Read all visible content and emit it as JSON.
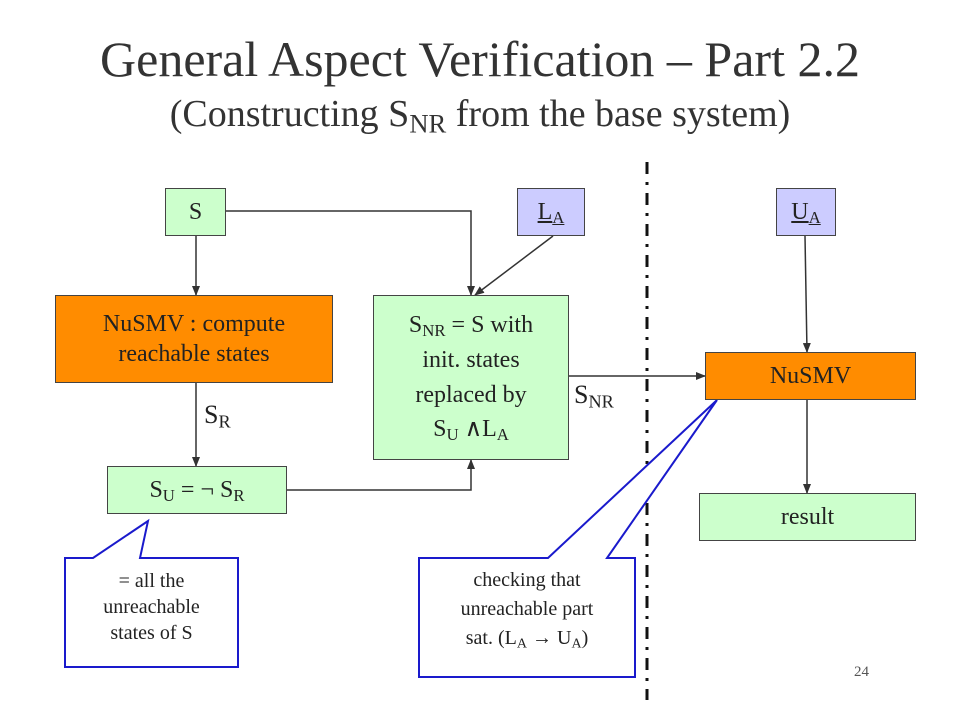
{
  "title": {
    "line1": "General Aspect Verification – Part 2.2",
    "line2_pre": "(Constructing S",
    "line2_sub": "NR",
    "line2_post": " from the base system)"
  },
  "nodes": {
    "s": "S",
    "la_main": "L",
    "la_sub": "A",
    "ua_main": "U",
    "ua_sub": "A",
    "nusmv_compute_line1": "NuSMV : compute",
    "nusmv_compute_line2": "reachable states",
    "snr_sub": "NR",
    "snr_rest": " = S with",
    "snr_line2": "init. states",
    "snr_line3": "replaced by",
    "snr_su_sub": "U",
    "snr_land": " ∧L",
    "snr_la_sub": "A",
    "su_sub": "U",
    "su_mid": " = ¬ S",
    "su_r_sub": "R",
    "nusmv": "NuSMV",
    "result": "result"
  },
  "labels": {
    "sr_sub": "R",
    "snr_sub": "NR"
  },
  "callouts": {
    "left_line1": "= all the",
    "left_line2": "unreachable",
    "left_line3": "states of S",
    "right_line1": "checking that",
    "right_line2": "unreachable part",
    "right_line3_pre": "sat. (L",
    "right_line3_sub1": "A",
    "right_line3_arrow": " → U",
    "right_line3_sub2": "A",
    "right_line3_post": ")"
  },
  "page_number": "24",
  "colors": {
    "green": "#ccffcc",
    "blue": "#ccccff",
    "orange": "#ff8c00",
    "callout_border": "#1a1acc"
  }
}
